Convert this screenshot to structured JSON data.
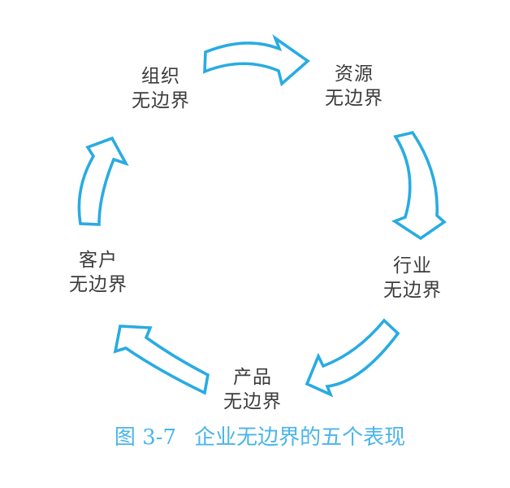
{
  "figure": {
    "type": "cycle-diagram",
    "caption": {
      "label": "图 3-7",
      "title": "企业无边界的五个表现"
    },
    "nodes": [
      {
        "id": "organization",
        "lines": [
          "组织",
          "无边界"
        ]
      },
      {
        "id": "resource",
        "lines": [
          "资源",
          "无边界"
        ]
      },
      {
        "id": "industry",
        "lines": [
          "行业",
          "无边界"
        ]
      },
      {
        "id": "product",
        "lines": [
          "产品",
          "无边界"
        ]
      },
      {
        "id": "customer",
        "lines": [
          "客户",
          "无边界"
        ]
      }
    ],
    "arrows": [
      {
        "from": "organization",
        "to": "resource"
      },
      {
        "from": "resource",
        "to": "industry"
      },
      {
        "from": "industry",
        "to": "product"
      },
      {
        "from": "product",
        "to": "customer"
      },
      {
        "from": "customer",
        "to": "organization"
      }
    ],
    "colors": {
      "arrow": "#29abe2",
      "caption": "#4ab5ea",
      "text": "#3b3b3b",
      "background": "#ffffff"
    }
  }
}
